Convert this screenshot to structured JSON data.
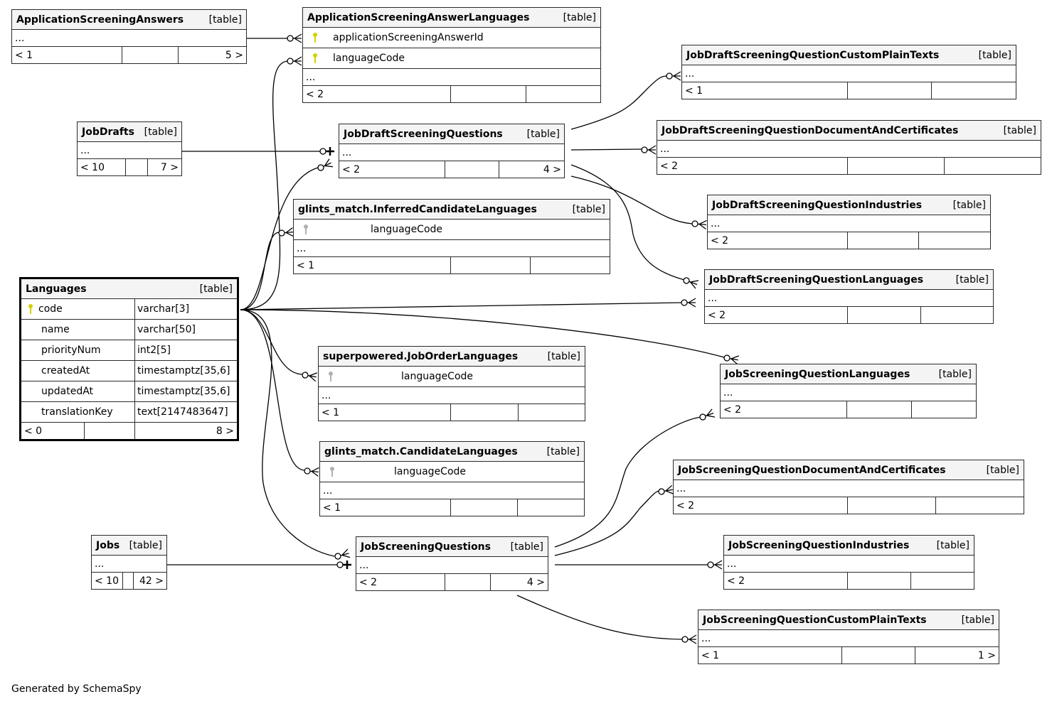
{
  "diagram": {
    "generated_by": "Generated by SchemaSpy",
    "type_label": "[table]",
    "ellipsis": "...",
    "key_colors": {
      "primary": "#d4d000",
      "foreign": "#b0b0b0"
    }
  },
  "tables": {
    "asa": {
      "name": "ApplicationScreeningAnswers",
      "type": "[table]",
      "rows": [
        "..."
      ],
      "footer": [
        "< 1",
        "",
        "5 >"
      ]
    },
    "asal": {
      "name": "ApplicationScreeningAnswerLanguages",
      "type": "[table]",
      "columns": [
        "applicationScreeningAnswerId",
        "languageCode"
      ],
      "rows": [
        "..."
      ],
      "footer": [
        "< 2",
        "",
        ""
      ]
    },
    "jd": {
      "name": "JobDrafts",
      "type": "[table]",
      "rows": [
        "..."
      ],
      "footer": [
        "< 10",
        "",
        "7 >"
      ]
    },
    "jdsq": {
      "name": "JobDraftScreeningQuestions",
      "type": "[table]",
      "rows": [
        "..."
      ],
      "footer": [
        "< 2",
        "",
        "4 >"
      ]
    },
    "icl": {
      "name": "glints_match.InferredCandidateLanguages",
      "type": "[table]",
      "columns": [
        "languageCode"
      ],
      "rows": [
        "..."
      ],
      "footer": [
        "< 1",
        "",
        ""
      ]
    },
    "languages": {
      "name": "Languages",
      "type": "[table]",
      "columns": [
        {
          "name": "code",
          "type": "varchar[3]",
          "pk": true
        },
        {
          "name": "name",
          "type": "varchar[50]"
        },
        {
          "name": "priorityNum",
          "type": "int2[5]"
        },
        {
          "name": "createdAt",
          "type": "timestamptz[35,6]"
        },
        {
          "name": "updatedAt",
          "type": "timestamptz[35,6]"
        },
        {
          "name": "translationKey",
          "type": "text[2147483647]"
        }
      ],
      "footer": [
        "< 0",
        "",
        "8 >"
      ]
    },
    "jol": {
      "name": "superpowered.JobOrderLanguages",
      "type": "[table]",
      "columns": [
        "languageCode"
      ],
      "rows": [
        "..."
      ],
      "footer": [
        "< 1",
        "",
        ""
      ]
    },
    "cl": {
      "name": "glints_match.CandidateLanguages",
      "type": "[table]",
      "columns": [
        "languageCode"
      ],
      "rows": [
        "..."
      ],
      "footer": [
        "< 1",
        "",
        ""
      ]
    },
    "jobs": {
      "name": "Jobs",
      "type": "[table]",
      "rows": [
        "..."
      ],
      "footer": [
        "< 10",
        "",
        "42 >"
      ]
    },
    "jsq": {
      "name": "JobScreeningQuestions",
      "type": "[table]",
      "rows": [
        "..."
      ],
      "footer": [
        "< 2",
        "",
        "4 >"
      ]
    },
    "jdsqcpt": {
      "name": "JobDraftScreeningQuestionCustomPlainTexts",
      "type": "[table]",
      "rows": [
        "..."
      ],
      "footer": [
        "< 1",
        "",
        ""
      ]
    },
    "jdsqdac": {
      "name": "JobDraftScreeningQuestionDocumentAndCertificates",
      "type": "[table]",
      "rows": [
        "..."
      ],
      "footer": [
        "< 2",
        "",
        ""
      ]
    },
    "jdsqi": {
      "name": "JobDraftScreeningQuestionIndustries",
      "type": "[table]",
      "rows": [
        "..."
      ],
      "footer": [
        "< 2",
        "",
        ""
      ]
    },
    "jdsql": {
      "name": "JobDraftScreeningQuestionLanguages",
      "type": "[table]",
      "rows": [
        "..."
      ],
      "footer": [
        "< 2",
        "",
        ""
      ]
    },
    "jsql": {
      "name": "JobScreeningQuestionLanguages",
      "type": "[table]",
      "rows": [
        "..."
      ],
      "footer": [
        "< 2",
        "",
        ""
      ]
    },
    "jsqdac": {
      "name": "JobScreeningQuestionDocumentAndCertificates",
      "type": "[table]",
      "rows": [
        "..."
      ],
      "footer": [
        "< 2",
        "",
        ""
      ]
    },
    "jsqi": {
      "name": "JobScreeningQuestionIndustries",
      "type": "[table]",
      "rows": [
        "..."
      ],
      "footer": [
        "< 2",
        "",
        ""
      ]
    },
    "jsqcpt": {
      "name": "JobScreeningQuestionCustomPlainTexts",
      "type": "[table]",
      "rows": [
        "..."
      ],
      "footer": [
        "< 1",
        "",
        "1 >"
      ]
    }
  },
  "relationships": [
    {
      "from": "ApplicationScreeningAnswers",
      "to": "ApplicationScreeningAnswerLanguages",
      "cardinality": "zero-or-more"
    },
    {
      "from": "Languages",
      "to": "ApplicationScreeningAnswerLanguages",
      "cardinality": "zero-or-more"
    },
    {
      "from": "JobDrafts",
      "to": "JobDraftScreeningQuestions",
      "cardinality": "zero-or-one"
    },
    {
      "from": "Languages",
      "to": "JobDraftScreeningQuestions",
      "cardinality": "zero-or-more"
    },
    {
      "from": "Languages",
      "to": "glints_match.InferredCandidateLanguages",
      "cardinality": "zero-or-more"
    },
    {
      "from": "Languages",
      "to": "superpowered.JobOrderLanguages",
      "cardinality": "zero-or-more"
    },
    {
      "from": "Languages",
      "to": "glints_match.CandidateLanguages",
      "cardinality": "zero-or-more"
    },
    {
      "from": "Languages",
      "to": "JobScreeningQuestions",
      "cardinality": "zero-or-more"
    },
    {
      "from": "Jobs",
      "to": "JobScreeningQuestions",
      "cardinality": "zero-or-one"
    },
    {
      "from": "Languages",
      "to": "JobDraftScreeningQuestionLanguages",
      "cardinality": "zero-or-more"
    },
    {
      "from": "Languages",
      "to": "JobScreeningQuestionLanguages",
      "cardinality": "zero-or-more"
    },
    {
      "from": "JobDraftScreeningQuestions",
      "to": "JobDraftScreeningQuestionCustomPlainTexts",
      "cardinality": "zero-or-more"
    },
    {
      "from": "JobDraftScreeningQuestions",
      "to": "JobDraftScreeningQuestionDocumentAndCertificates",
      "cardinality": "zero-or-more"
    },
    {
      "from": "JobDraftScreeningQuestions",
      "to": "JobDraftScreeningQuestionIndustries",
      "cardinality": "zero-or-more"
    },
    {
      "from": "JobDraftScreeningQuestions",
      "to": "JobDraftScreeningQuestionLanguages",
      "cardinality": "zero-or-more"
    },
    {
      "from": "JobScreeningQuestions",
      "to": "JobScreeningQuestionLanguages",
      "cardinality": "zero-or-more"
    },
    {
      "from": "JobScreeningQuestions",
      "to": "JobScreeningQuestionDocumentAndCertificates",
      "cardinality": "zero-or-more"
    },
    {
      "from": "JobScreeningQuestions",
      "to": "JobScreeningQuestionIndustries",
      "cardinality": "zero-or-more"
    },
    {
      "from": "JobScreeningQuestions",
      "to": "JobScreeningQuestionCustomPlainTexts",
      "cardinality": "zero-or-more"
    }
  ]
}
